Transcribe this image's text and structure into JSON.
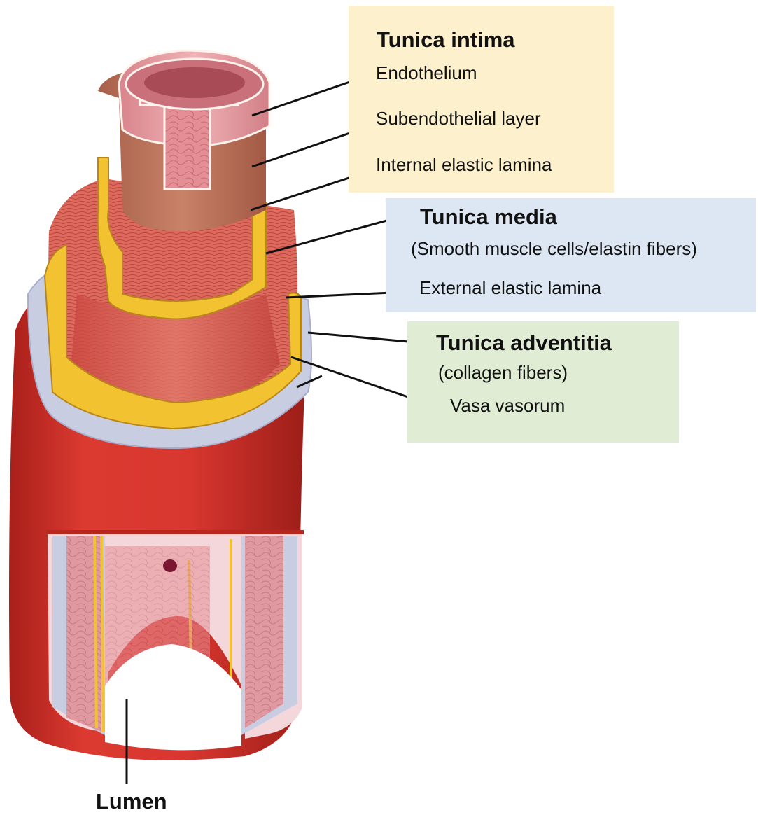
{
  "colors": {
    "intima_box": "#fdf0cc",
    "media_box": "#dde7f3",
    "adventitia_box": "#e0edd4",
    "vessel_red": "#d8372f",
    "vessel_shadow": "#9e1f1a",
    "elastic_yellow": "#f2c230",
    "endothelium_pink": "#e7a0a6",
    "adventitia_grey": "#c9cde2"
  },
  "groups": {
    "intima": {
      "title": "Tunica intima",
      "items": [
        "Endothelium",
        "Subendothelial layer",
        "Internal elastic lamina"
      ]
    },
    "media": {
      "title": "Tunica media",
      "subtitle": "(Smooth muscle cells/elastin fibers)",
      "items": [
        "External elastic lamina"
      ]
    },
    "adventitia": {
      "title": "Tunica adventitia",
      "subtitle": "(collagen fibers)",
      "items": [
        "Vasa vasorum"
      ]
    }
  },
  "lumen": "Lumen"
}
